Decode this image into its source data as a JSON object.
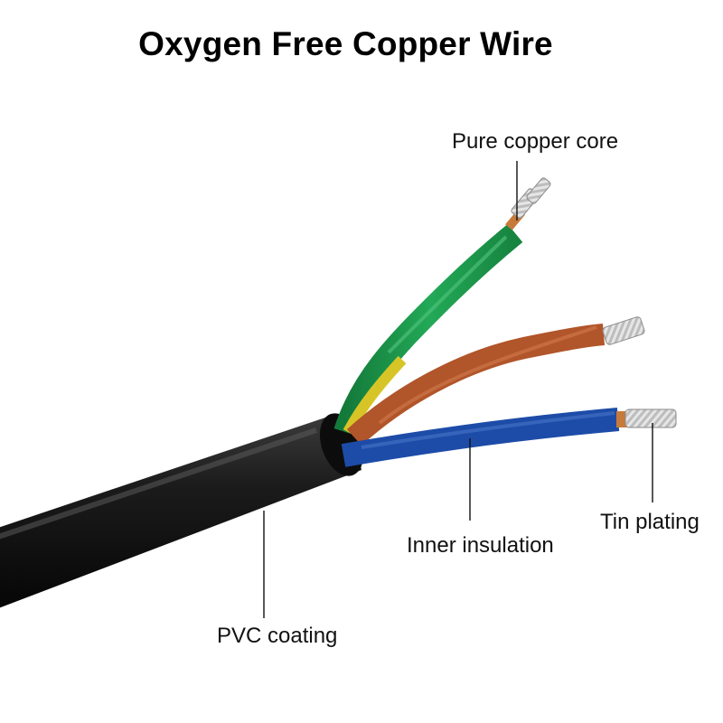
{
  "title": "Oxygen Free Copper Wire",
  "labels": {
    "core": "Pure copper core",
    "tin": "Tin plating",
    "inner": "Inner insulation",
    "pvc": "PVC coating"
  },
  "colors": {
    "jacket": "#141414",
    "green": "#1f9a4e",
    "yellow": "#d7c527",
    "brown": "#b1552a",
    "blue": "#1d4ca8",
    "tin": "#c8c8c8",
    "copper": "#c77a3a"
  }
}
